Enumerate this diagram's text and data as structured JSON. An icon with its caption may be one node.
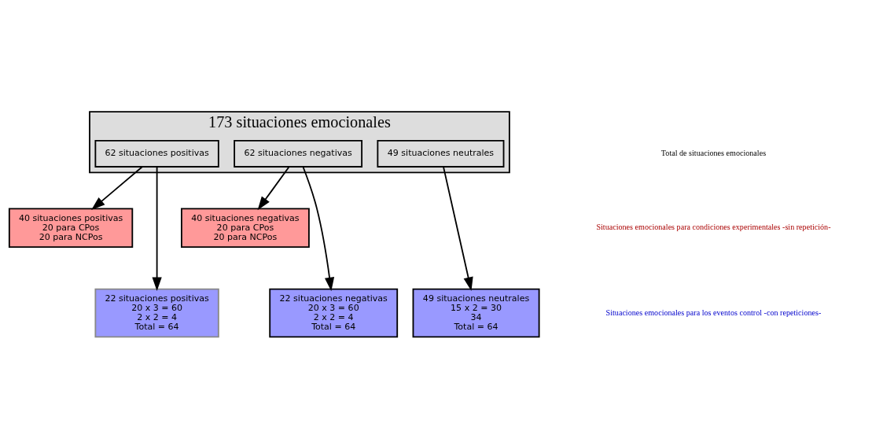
{
  "diagram": {
    "nodes": [
      {
        "text": [
          "173 situaciones emocionales"
        ]
      },
      {
        "text": [
          "62 situaciones positivas"
        ],
        "in": 0
      },
      {
        "text": [
          "62 situaciones negativas"
        ],
        "in": 0
      },
      {
        "text": [
          "49 situaciones neutrales"
        ],
        "in": 0
      },
      {
        "text": [
          "40 situaciones positivas",
          "20 para CPos",
          "20 para NCPos"
        ]
      },
      {
        "text": [
          "40 situaciones negativas",
          "20 para CPos",
          "20 para NCPos"
        ]
      },
      {
        "text": [
          "22 situaciones positivas",
          "20 x 3 = 60",
          "2 x 2 = 4",
          "Total = 64"
        ]
      },
      {
        "text": [
          "22 situaciones negativas",
          "20 x 3 = 60",
          "2 x 2 = 4",
          "Total = 64"
        ]
      },
      {
        "text": [
          "49 situaciones neutrales",
          "15 x 2 = 30",
          "34",
          "Total = 64"
        ]
      }
    ],
    "edges": [
      {
        "from": 1,
        "to": 4,
        "arrow": "to"
      },
      {
        "from": 1,
        "to": 6,
        "arrow": "to"
      },
      {
        "from": 2,
        "to": 5,
        "arrow": "to"
      },
      {
        "from": 2,
        "to": 7,
        "arrow": "to"
      },
      {
        "from": 3,
        "to": 8,
        "arrow": "to"
      }
    ],
    "labels": [
      "Total de situaciones emocionales",
      "Situaciones emocionales para condiciones experimentales -sin repetición-",
      "Situaciones emocionales para los eventos control -con repeticiones-"
    ]
  }
}
